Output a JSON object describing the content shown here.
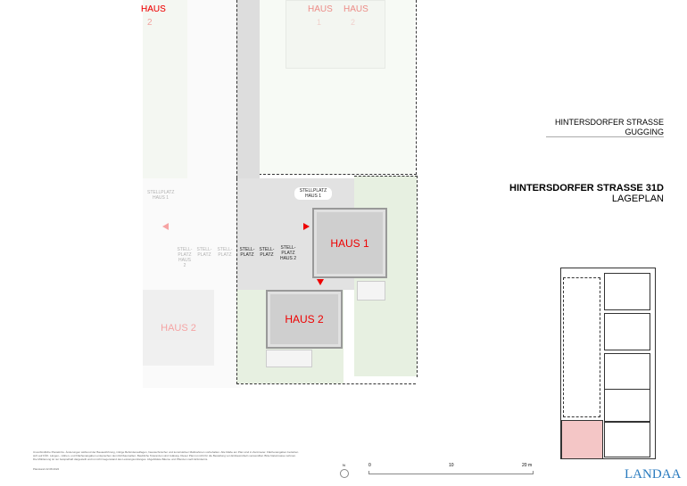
{
  "header": {
    "street": "HINTERSDORFER STRASSE",
    "town": "GUGGING",
    "project": "HINTERSDORFER STRASSE 31D",
    "plan": "LAGEPLAN"
  },
  "plan": {
    "top_labels": [
      "HAUS",
      "2",
      "HAUS",
      "1",
      "HAUS",
      "2"
    ],
    "house1": "HAUS 1",
    "house2": "HAUS 2",
    "house2_faded": "HAUS 2",
    "parking": [
      "STELLPLATZ HAUS 1",
      "STELL-PLATZ",
      "STELL-PLATZ",
      "STELL-PLATZ HAUS 2"
    ],
    "parking_faded": [
      "STELLPLATZ HAUS 1",
      "STELL-PLATZ HAUS 2",
      "STELL-PLATZ",
      "STELL-PLATZ"
    ]
  },
  "footer": {
    "notes": "Unverbindliche Planskizze. Änderungen während der Bauausführung, infolge Behördenauflagen, haustechnischer und konstruktiver Maßnahmen vorbehalten. Alle Maße am Plan sind in Zentimeter. Flächenangaben beziehen sich auf FÖK. Längen-, Höhen- und Flächenangaben entsprechen dem Rohbaumaßen. Baubliche Toleranzen sind zulässig. Dieser Plan ist nicht für die Bestellung von Einbaumöbeln verwendbar. Bitte Naturmasse nehmen. Die Möblierung ist nur beispielhaft dargestellt und ist nicht Gegenstand des Leistungsumfanges. Abgebildete Bäume und Pflanzen nach Erfordernis.",
    "date": "Planstand 22.08.2022",
    "north": "N"
  },
  "scale": {
    "ticks": [
      "0",
      "10",
      "20 m"
    ]
  },
  "logo": "LANDAA",
  "colors": {
    "accent": "#e00000",
    "green": "#e7f0e1",
    "brand": "#2a7bbf",
    "highlight": "#f4c6c6"
  }
}
